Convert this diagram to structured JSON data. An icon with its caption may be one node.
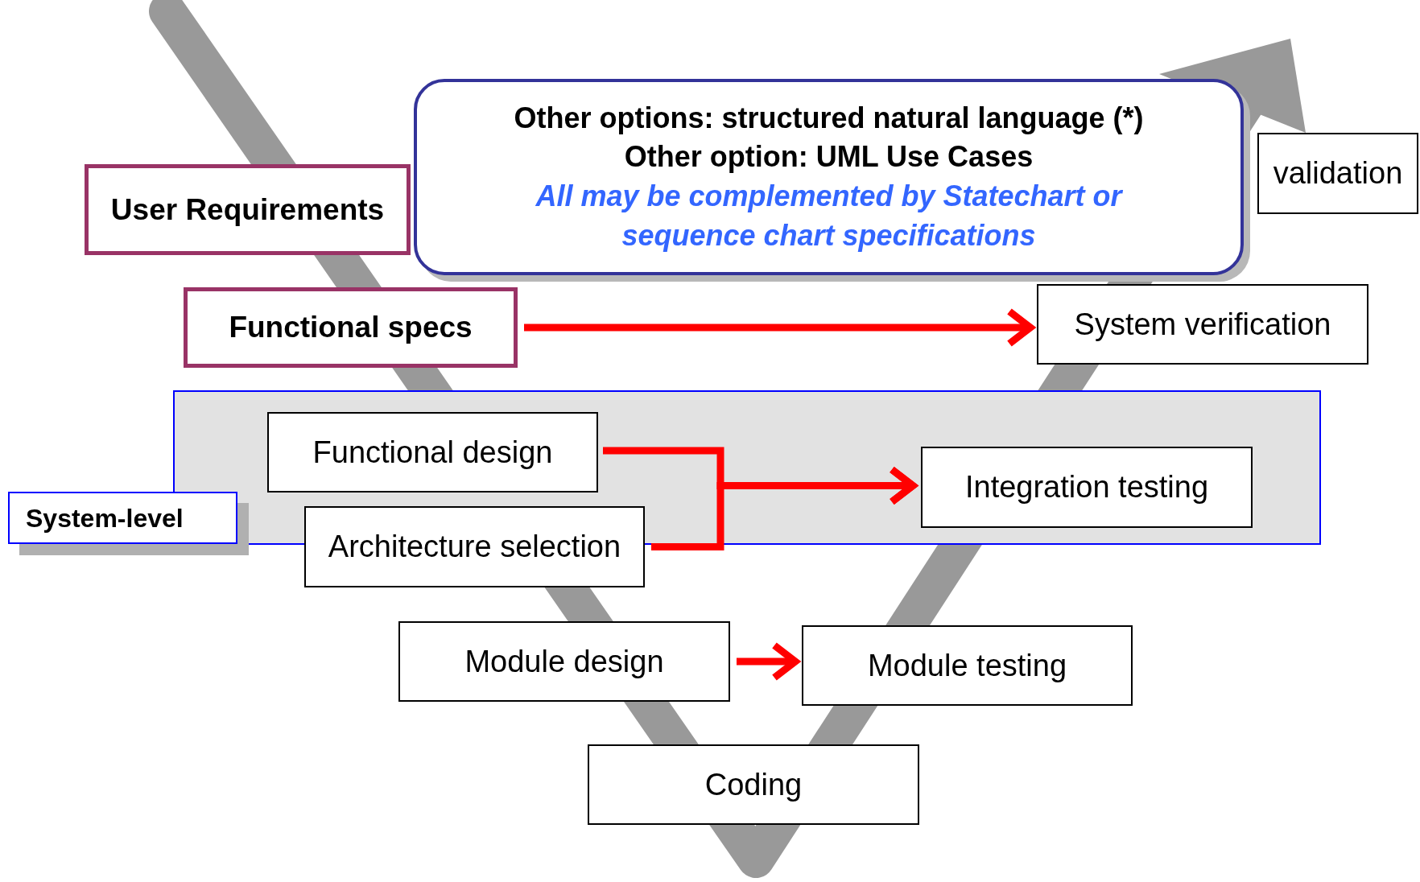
{
  "diagram": {
    "nodes": [
      {
        "text": [
          "User Requirements"
        ]
      },
      {
        "text": [
          "Other options: structured natural language (*)",
          "Other option: UML Use Cases",
          "All may be complemented by Statechart or sequence chart specifications"
        ]
      },
      {
        "text": [
          "validation"
        ]
      },
      {
        "text": [
          "Functional specs"
        ]
      },
      {
        "text": [
          "System verification"
        ]
      },
      {
        "text": [],
        "shape": "box"
      },
      {
        "text": [
          "System-level"
        ]
      },
      {
        "text": [
          "Functional design"
        ],
        "in": 5
      },
      {
        "text": [
          "Architecture selection"
        ]
      },
      {
        "text": [
          "Integration testing"
        ],
        "in": 5
      },
      {
        "text": [
          "Module design"
        ]
      },
      {
        "text": [
          "Module testing"
        ]
      },
      {
        "text": [
          "Coding"
        ]
      }
    ],
    "edges": [
      {
        "from": 3,
        "to": 4,
        "arrow": "to"
      },
      {
        "from": 7,
        "to": 9,
        "arrow": "to"
      },
      {
        "from": 8,
        "to": 9,
        "arrow": "to"
      },
      {
        "from": 10,
        "to": 11,
        "arrow": "to"
      }
    ]
  }
}
